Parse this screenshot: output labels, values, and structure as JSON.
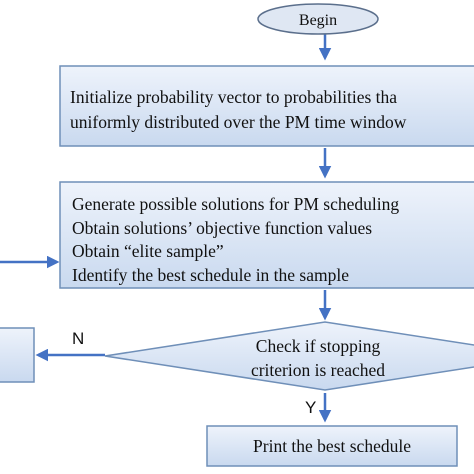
{
  "nodes": {
    "begin": {
      "text": "Begin"
    },
    "initialize": {
      "lines": [
        "Initialize probability vector to probabilities tha",
        "uniformly distributed over the PM time window"
      ]
    },
    "generate": {
      "lines": [
        "Generate possible solutions for PM scheduling",
        "Obtain solutions’ objective function values",
        "Obtain “elite sample”",
        "Identify the best schedule in the sample"
      ]
    },
    "check": {
      "lines": [
        "Check if stopping",
        "criterion is reached"
      ]
    },
    "print": {
      "text": "Print the best schedule"
    }
  },
  "edge_labels": {
    "no": "N",
    "yes": "Y"
  },
  "colors": {
    "box_fill_top": "#eef3fb",
    "box_fill_bottom": "#c9d9ef",
    "box_stroke": "#6f8fb8",
    "arrow": "#4472c4",
    "oval_fill": "#dfe7f3",
    "oval_stroke": "#5b6f8c"
  }
}
